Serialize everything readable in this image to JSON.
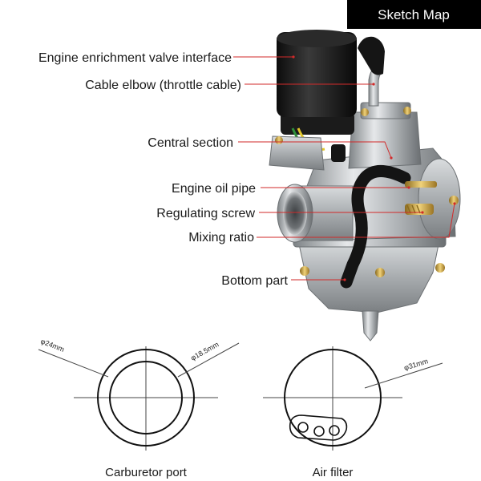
{
  "badge": {
    "text": "Sketch Map"
  },
  "callouts": [
    {
      "id": "enrichment",
      "text": "Engine enrichment valve interface"
    },
    {
      "id": "cable",
      "text": "Cable elbow (throttle cable)"
    },
    {
      "id": "central",
      "text": "Central section"
    },
    {
      "id": "oilpipe",
      "text": "Engine oil pipe"
    },
    {
      "id": "regulating",
      "text": "Regulating screw"
    },
    {
      "id": "mixing",
      "text": "Mixing ratio"
    },
    {
      "id": "bottom",
      "text": "Bottom part"
    }
  ],
  "sketches": {
    "carburetor": {
      "caption": "Carburetor port",
      "outer_dim": "φ24mm",
      "inner_dim": "φ18.5mm"
    },
    "filter": {
      "caption": "Air filter",
      "dim": "φ31mm"
    }
  },
  "colors": {
    "callout_line": "#d22a2a",
    "badge_bg": "#000000",
    "dim_line": "#444444"
  }
}
